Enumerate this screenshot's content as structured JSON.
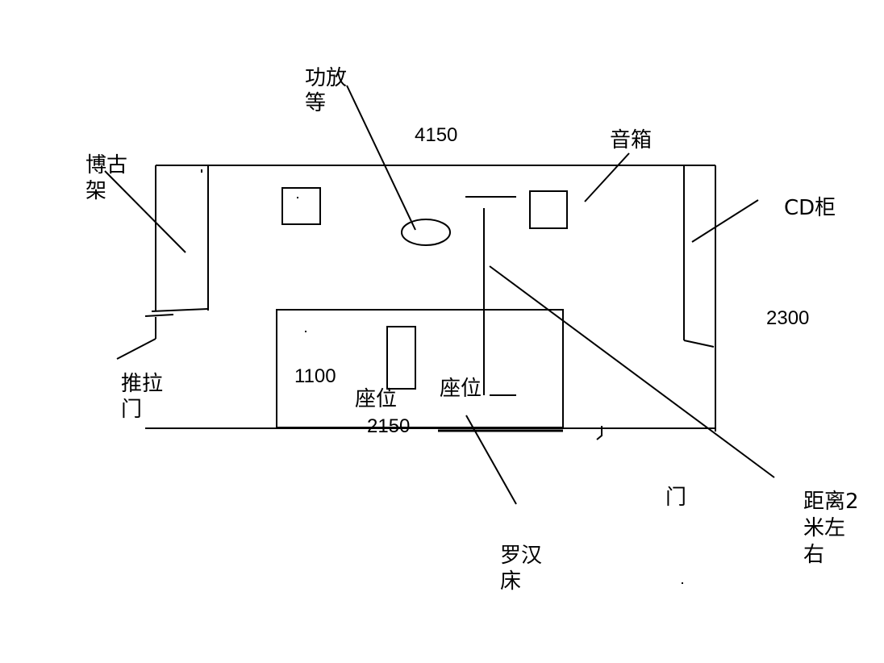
{
  "labels": {
    "amplifier": [
      "功放",
      "等"
    ],
    "width_dim": "4150",
    "speaker": "音箱",
    "shelf": [
      "博古",
      "架"
    ],
    "cd_cabinet": "CD柜",
    "height_dim": "2300",
    "bed_depth": "1100",
    "seat_left": "座位",
    "seat_right": "座位",
    "bed_width": "2150",
    "sliding_door": [
      "推拉",
      "门"
    ],
    "door": "门",
    "luohan_bed": [
      "罗汉",
      "床"
    ],
    "distance": [
      "距离2",
      "米左",
      "右"
    ]
  }
}
